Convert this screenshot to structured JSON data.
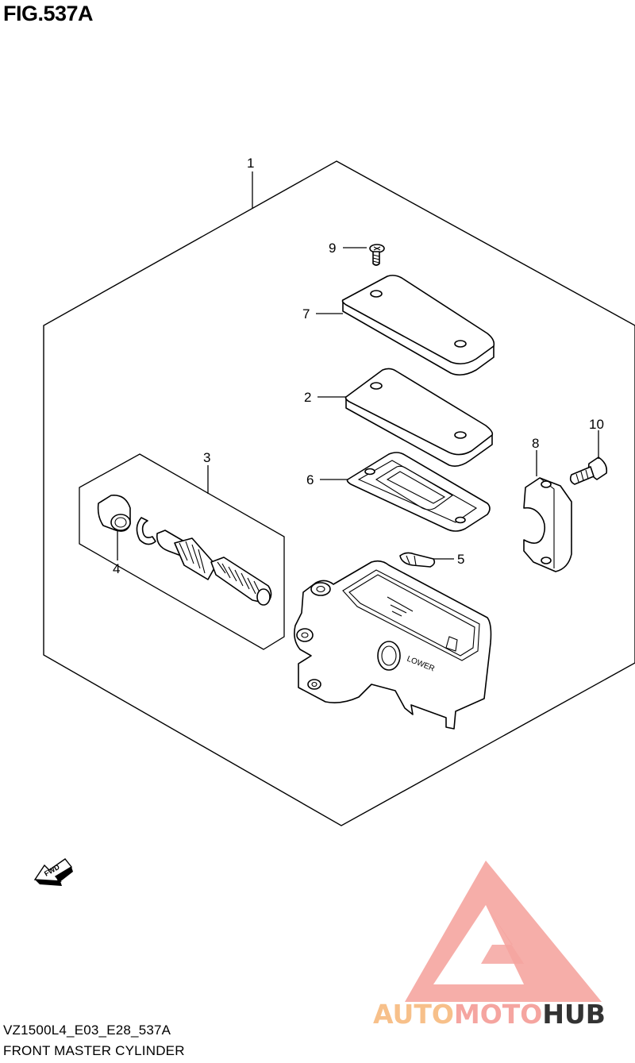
{
  "figure": {
    "title": "FIG.537A",
    "model_code": "VZ1500L4_E03_E28_537A",
    "caption": "FRONT MASTER CYLINDER"
  },
  "callouts": [
    {
      "id": "1",
      "label": "1"
    },
    {
      "id": "2",
      "label": "2"
    },
    {
      "id": "3",
      "label": "3"
    },
    {
      "id": "4",
      "label": "4"
    },
    {
      "id": "5",
      "label": "5"
    },
    {
      "id": "6",
      "label": "6"
    },
    {
      "id": "7",
      "label": "7"
    },
    {
      "id": "8",
      "label": "8"
    },
    {
      "id": "9",
      "label": "9"
    },
    {
      "id": "10",
      "label": "10"
    }
  ],
  "direction_arrow": {
    "label": "FWD"
  },
  "casting_mark": {
    "text_1": "LOWER"
  },
  "watermark": {
    "part_1": "AUTO",
    "part_2": "MOTO",
    "part_3": "HUB",
    "color_light": "#f5a5a0",
    "color_accent": "#f7c08a",
    "color_dark": "#1a1a1a"
  }
}
